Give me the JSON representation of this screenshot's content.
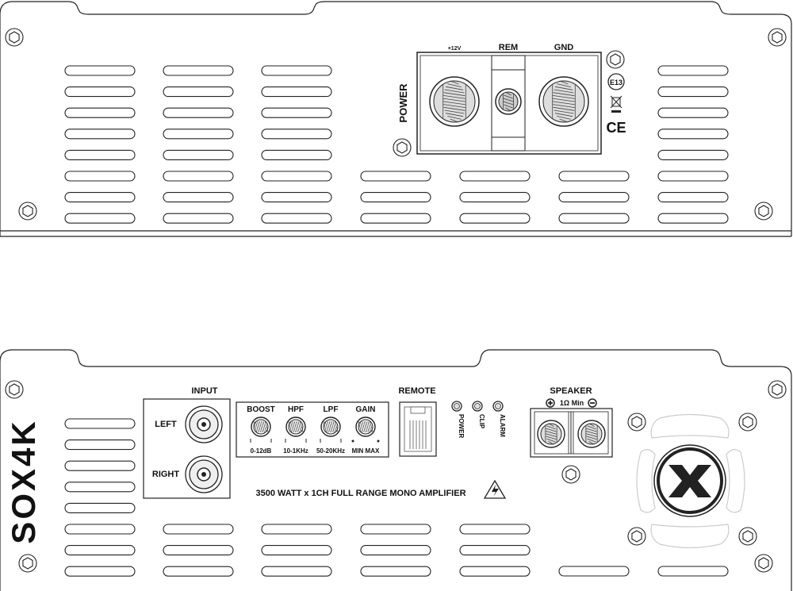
{
  "top_panel": {
    "terminals": {
      "plus_label": "+12V",
      "rem_label": "REM",
      "gnd_label": "GND"
    },
    "power_label": "POWER",
    "certifications": {
      "e_mark": "E13",
      "ce_mark": "CE"
    }
  },
  "bottom_panel": {
    "brand": "SOX4K",
    "input": {
      "title": "INPUT",
      "left_label": "LEFT",
      "right_label": "RIGHT"
    },
    "controls": [
      {
        "name": "BOOST",
        "range": "0-12dB"
      },
      {
        "name": "HPF",
        "range": "10-1KHz"
      },
      {
        "name": "LPF",
        "range": "50-20KHz"
      },
      {
        "name": "GAIN",
        "range": "MIN MAX"
      }
    ],
    "remote_label": "REMOTE",
    "leds": [
      "POWER",
      "CLIP",
      "ALARM"
    ],
    "speaker": {
      "title": "SPEAKER",
      "min_impedance": "1Ω Min"
    },
    "model_text": "3500 WATT x 1CH FULL RANGE MONO AMPLIFIER"
  }
}
